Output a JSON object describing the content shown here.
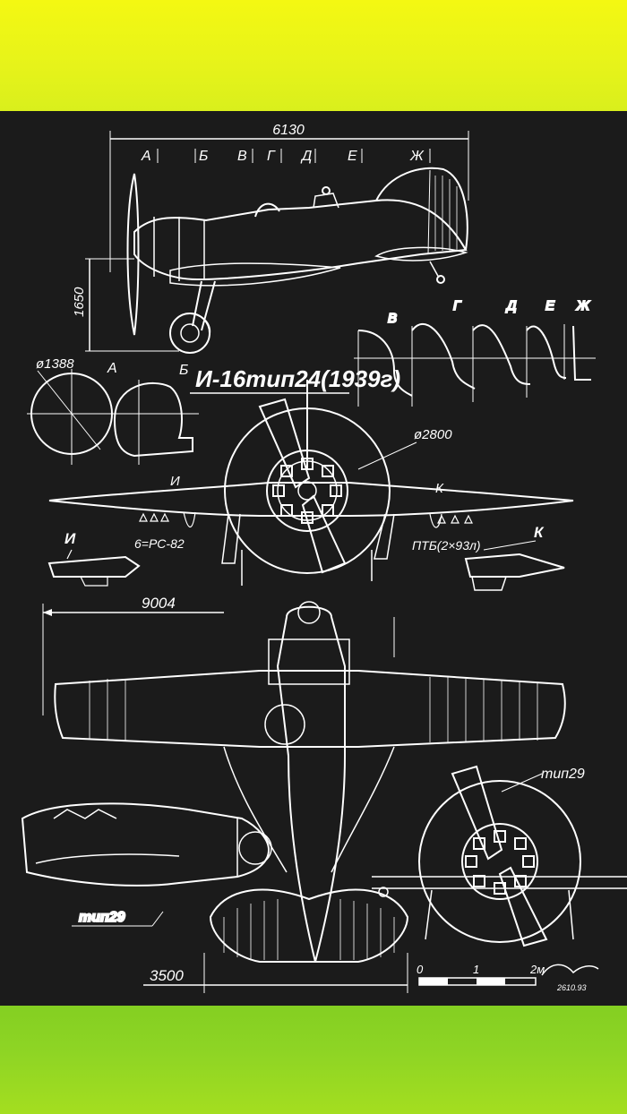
{
  "blueprint": {
    "title": "И-16тип24(1939г)",
    "dimensions": {
      "length_top": "6130",
      "height_side": "1650",
      "prop_diameter": "ø2800",
      "wingspan": "9004",
      "tailspan": "3500",
      "section_diameter": "ø1388"
    },
    "section_letters_top": [
      "А",
      "Б",
      "В",
      "Г",
      "Д",
      "Е",
      "Ж"
    ],
    "section_callouts": [
      "А",
      "Б",
      "В",
      "Г",
      "Д",
      "Е",
      "Ж"
    ],
    "wing_marks": [
      "И",
      "К"
    ],
    "detail_labels": [
      "И",
      "К"
    ],
    "rockets_label": "6=PC-82",
    "tanks_label": "ПТБ(2×93л)",
    "variant_labels": [
      "тип29",
      "тип29"
    ],
    "scale": {
      "ticks": [
        "0",
        "1",
        "2м"
      ]
    },
    "signature": "2610.93"
  },
  "colors": {
    "top_band": "#eef614",
    "bottom_band": "#8fd524",
    "drawing_bg": "#1b1b1b",
    "ink": "#ffffff"
  }
}
